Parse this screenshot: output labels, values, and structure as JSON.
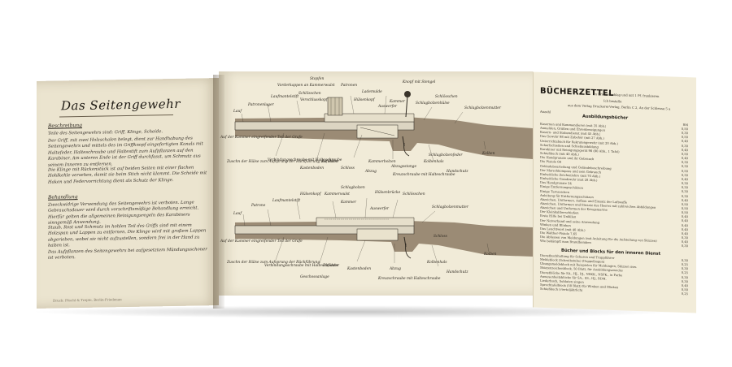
{
  "left_page": {
    "title": "Das Seitengewehr",
    "sections": [
      {
        "heading": "Beschreibung",
        "paragraphs": [
          "Teile des Seitengewehrs sind: Griff, Klinge, Scheide.",
          "Der Griff, mit zwei Holzschalen belegt, dient zur Handhabung des Seitengewehrs und mittels des im Griffknopf eingefertigten Kanals mit Haltefeder, Halteschraube und Haltestift zum Aufpflanzen auf den Karabiner. Am unteren Ende ist der Griff durchfasst, um Schmutz aus seinem Inneren zu entfernen.",
          "Die Klinge mit Rückenstück ist auf beiden Seiten mit einer flachen Hohlkehle versehen, damit sie beim Stich nicht klemmt. Die Scheide mit Haken und Federvorrichtung dient als Schutz der Klinge."
        ]
      },
      {
        "heading": "Behandlung",
        "paragraphs": [
          "Zweckwidrige Verwendung des Seitengewehrs ist verboten. Lange Gebrauchsdauer wird durch vorschriftsmäßige Behandlung erreicht. Hierfür gelten die allgemeinen Reinigungsregeln des Karabiners sinngemäß Anwendung.",
          "Staub, Rost und Schmutz im hohlen Teil des Griffs sind mit einem Holzspan und Lappen zu entfernen. Die Klinge wird mit großem Lappen abgerieben, wobei sie nicht aufzustellen, sondern frei in der Hand zu halten ist.",
          "Das Aufpflanzen des Seitengewehrs bei aufgesetztem Mündungsschoner ist verboten."
        ]
      }
    ],
    "footer": "Druck: Pöschl & Trepte, Berlin-Friedenau"
  },
  "diagrams": {
    "top_labels": [
      "Lauf",
      "Patronenlager",
      "Laufmantelstift",
      "Schlösschen",
      "Verschlusskopf",
      "Patronen",
      "Vorderkappen an Kammerwulst",
      "Lademulde",
      "Stopfen",
      "Hülsenkopf",
      "Auswerfer",
      "Kammer",
      "Schlagbolzenhülse",
      "Knopf mit Stengel",
      "Schlösschen",
      "Schlagbolzenmutter",
      "Zuführer",
      "Kastenboden",
      "Kammerbolzen",
      "Abzug",
      "Kolbenhals",
      "Kolben",
      "Verbindungsschraube mit Halteschraube",
      "Kreuzschraube mit Halteschraube",
      "Handschutz",
      "Schloss",
      "Abzugs­stange",
      "Schlagbolzenfeder",
      "Zuschn der Hülse zum Aufsprung der Rückführung der Hülse",
      "Auf der Kammer eingreifender Teil der Grafe"
    ],
    "bottom_labels": [
      "Lauf",
      "Patrone",
      "Laufmantelstift",
      "Hülsenkopf",
      "Kammerwulst",
      "Schlagbolzen",
      "Kammer",
      "Hülsenbrücke",
      "Schlösschen",
      "Auswerfer",
      "Schlagbolzenmutter",
      "Zuführer",
      "Kastenboden",
      "Abzug",
      "Kolbenhals",
      "Kolben",
      "Handschutz",
      "Verbindungsschraube mit Halteschraube",
      "Kreuzschraube mit Halteschraube",
      "Geschossanlage",
      "Schloss",
      "Zuschn der Hülse zum Aufsprung der Rückführung",
      "Auf der Kammer eingreifender Teil der Grafe"
    ]
  },
  "right_page": {
    "title": "BÜCHERZETTEL",
    "intro": [
      "In Briefumschlag und mit 1 Pf. frankieren",
      "Ich bestelle",
      "aus dem Verlag Druckerei-Verlag, Berlin C 2, An der Schleuse 5 a",
      "Anzahl"
    ],
    "price_header": "RM",
    "sections": [
      {
        "heading": "Ausbildungsbücher",
        "items": [
          {
            "title": "Kasernen und Kommandieren (mit 35 Abb.)",
            "price": "0,50"
          },
          {
            "title": "Anmelden, Grüßen und Ehrenbezeigungen",
            "price": "0,30"
          },
          {
            "title": "Kasern- und Stubendienst (mit 45 Abb.)",
            "price": "0,50"
          },
          {
            "title": "Das Gewehr 98 mit Zubehör (mit 27 Abb.)",
            "price": "0,40"
          },
          {
            "title": "Unterrichtsbuch für Rekrutengewehr (mit 20 Abb.)",
            "price": "0,30"
          },
          {
            "title": "Scharfschießen und Schießausbildung",
            "price": "0,40"
          },
          {
            "title": "Karabiner mit Reinigungsgerät 98 (80 Abb., 1 Tafel)",
            "price": "0,50"
          },
          {
            "title": "Schießbuch (mit 40 Abb.)",
            "price": "0,40"
          },
          {
            "title": "Die Handgranate und ihr Gebrauch",
            "price": "0,30"
          },
          {
            "title": "Die Pistole 08",
            "price": "0,30"
          },
          {
            "title": "Geländebeurteilung und Geländebeschreibung",
            "price": "0,50"
          },
          {
            "title": "Der Marschkompass und sein Gebrauch",
            "price": "0,30"
          },
          {
            "title": "Einheitliche Zeichenlehre (mit 70 Abb.)",
            "price": "0,40"
          },
          {
            "title": "Einheitliche Gasabwehr (mit 28 Abb.)",
            "price": "0,30"
          },
          {
            "title": "Das Handgranate 24",
            "price": "0,30"
          },
          {
            "title": "Einige Entfernungsschätzen",
            "price": "0,30"
          },
          {
            "title": "Einige Tarnzeichen",
            "price": "0,30"
          },
          {
            "title": "Anleitung für Entfernungsschätzen",
            "price": "0,40"
          },
          {
            "title": "Abzeichen, Uniformen, Aufbau und Einsatz der Luftwaffe",
            "price": "0,50"
          },
          {
            "title": "Abzeichen, Uniformen und Einsatz des Heeres mit zahlreichen Abbildungen",
            "price": "0,50"
          },
          {
            "title": "Abzeichen und Uniformen der Kriegsmarine",
            "price": "0,50"
          },
          {
            "title": "Der Kleinkaliberschießen",
            "price": "0,40"
          },
          {
            "title": "Erste Hilfe bei Unfällen",
            "price": "0,40"
          },
          {
            "title": "Der Notverband und seine Anwendung",
            "price": "0,40"
          },
          {
            "title": "Winken und Blinken",
            "price": "0,40"
          },
          {
            "title": "Das Leuchtwort (mit 40 Abb.)",
            "price": "0,40"
          },
          {
            "title": "Die Walther-Pistole 7,65",
            "price": "0,30"
          },
          {
            "title": "Die Abfassen von Meldungen (mit Anleitung für die Aufstellung von Skizzen)",
            "price": "0,40"
          },
          {
            "title": "Wie bekämpft man Brandbomben",
            "price": "0,30"
          }
        ]
      },
      {
        "heading": "Bücher und Blocks für den inneren Dienst",
        "items": [
          {
            "title": "Dienstbuchhaltung für Scharen und Truppführer",
            "price": "0,30"
          },
          {
            "title": "Meldeblock (Schreibstube) (Doppelbogen)",
            "price": "0,25"
          },
          {
            "title": "Übungsmeldeblock mit Beispielen für Meldungen, Skizzen usw.",
            "price": "0,30"
          },
          {
            "title": "Skizzenzeichenblock, 50 Blatt, für Ausbildungszwecke",
            "price": "0,25"
          },
          {
            "title": "Dienstblöcke für SA., HJ., DJ., NSKK., NSFK., in Farbe",
            "price": "0,30"
          },
          {
            "title": "Anwesenheitsblöcke für SA., SS., HJ., BDM.",
            "price": "0,30"
          },
          {
            "title": "Liederbuch, Soldaten singen",
            "price": "0,40"
          },
          {
            "title": "Sprechtafelblock (50 Blatt) für Winken und Blinken",
            "price": "0,50"
          },
          {
            "title": "Schießbuch (vierteljährlich)",
            "price": "0,25"
          }
        ]
      }
    ]
  },
  "colors": {
    "paper": "#efe9d6",
    "ink": "#2d2820",
    "wood": "#8c7a64",
    "metal": "#dcd5c2"
  }
}
